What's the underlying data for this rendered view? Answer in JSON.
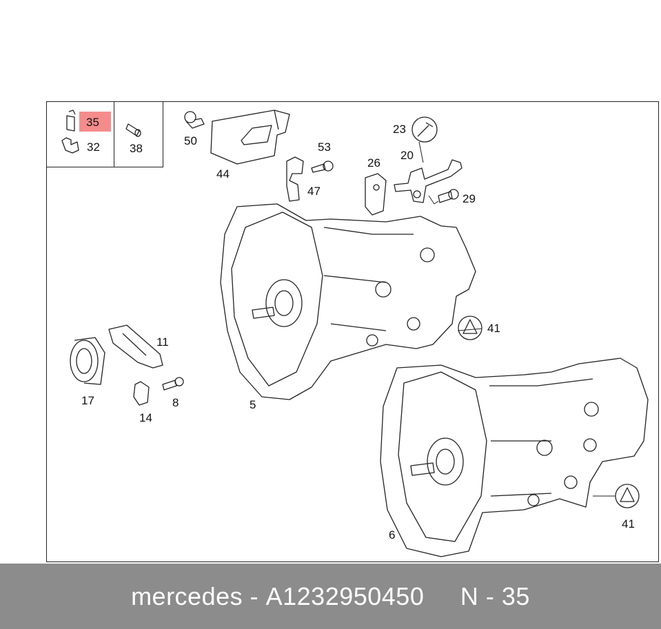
{
  "callouts": {
    "c35": "35",
    "c32": "32",
    "c38": "38",
    "c50": "50",
    "c44": "44",
    "c53": "53",
    "c47": "47",
    "c26": "26",
    "c23": "23",
    "c20": "20",
    "c29": "29",
    "c11": "11",
    "c17": "17",
    "c14": "14",
    "c8": "8",
    "c5": "5",
    "c41a": "41",
    "c41b": "41",
    "c6": "6"
  },
  "highlight_color": "#f58c8c",
  "footer": {
    "brand": "mercedes",
    "sep1": " - ",
    "part_number": "A1232950450",
    "gap": "     ",
    "position": "N - 35"
  },
  "footer_bg": "#8c8c8c"
}
